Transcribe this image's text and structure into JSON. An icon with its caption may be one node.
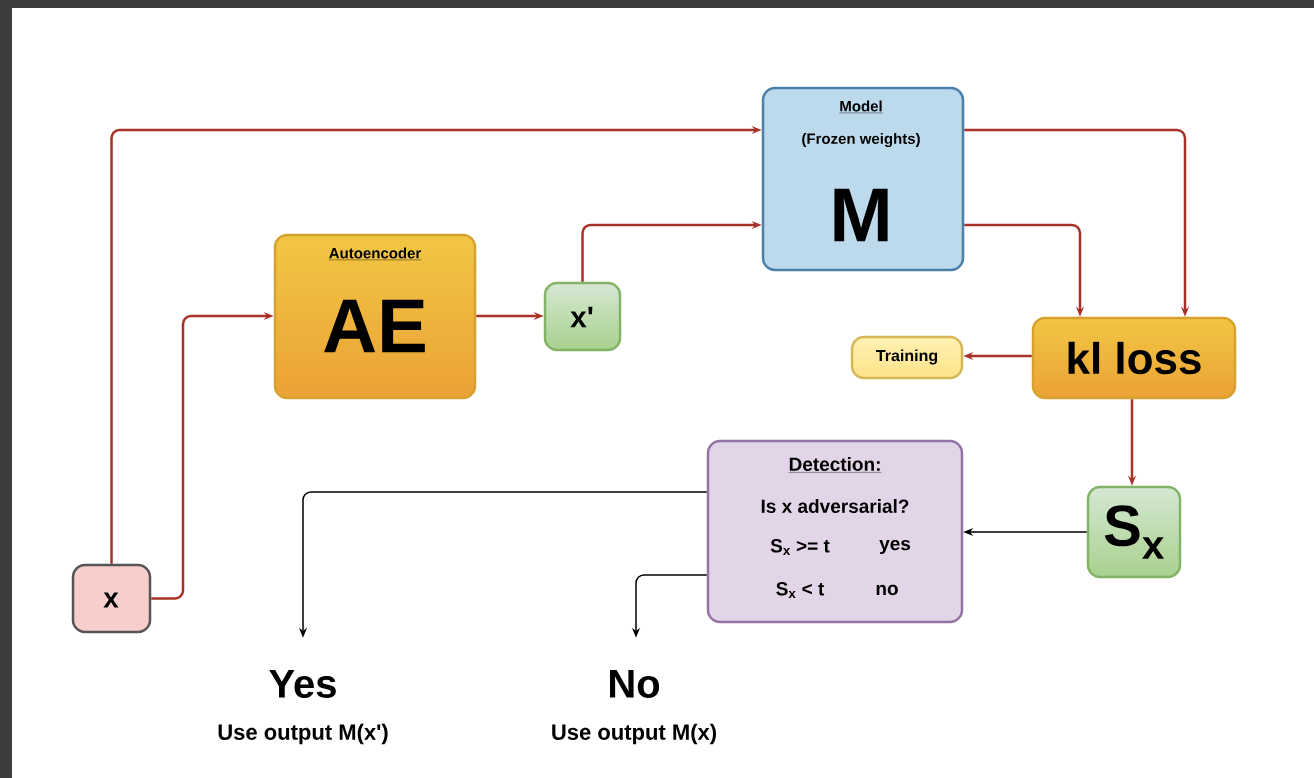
{
  "diagram": {
    "nodes": [
      {
        "text": [
          "x"
        ]
      },
      {
        "text": [
          "Autoencoder",
          "AE"
        ]
      },
      {
        "text": [
          "x'"
        ]
      },
      {
        "text": [
          "Model",
          "(Frozen weights)",
          "M"
        ]
      },
      {
        "text": [
          "kl loss"
        ]
      },
      {
        "text": [
          "Training"
        ]
      },
      {
        "text": [
          "S$_{x}$"
        ]
      },
      {
        "text": [
          "Detection:",
          "Is x adversarial?",
          "S$_{x}$ >= t",
          "yes",
          "S$_{x}$ < t",
          "no"
        ]
      },
      {
        "text": [
          "Yes",
          "Use output M(x')"
        ]
      },
      {
        "text": [
          "No",
          "Use output M(x)"
        ]
      }
    ],
    "edges": [
      {
        "from": 0,
        "to": 3,
        "arrow": "to"
      },
      {
        "from": 0,
        "to": 1,
        "arrow": "to"
      },
      {
        "from": 1,
        "to": 2,
        "arrow": "to"
      },
      {
        "from": 2,
        "to": 3,
        "arrow": "to"
      },
      {
        "from": 3,
        "to": 4,
        "arrow": "to"
      },
      {
        "from": 3,
        "to": 4,
        "arrow": "to"
      },
      {
        "from": 4,
        "to": 5,
        "arrow": "to"
      },
      {
        "from": 4,
        "to": 6,
        "arrow": "to"
      },
      {
        "from": 6,
        "to": 7,
        "arrow": "to",
        "color": "#000000"
      },
      {
        "from": 7,
        "to": 8,
        "arrow": "to",
        "color": "#000000"
      },
      {
        "from": 7,
        "to": 9,
        "arrow": "to",
        "color": "#000000"
      }
    ]
  }
}
